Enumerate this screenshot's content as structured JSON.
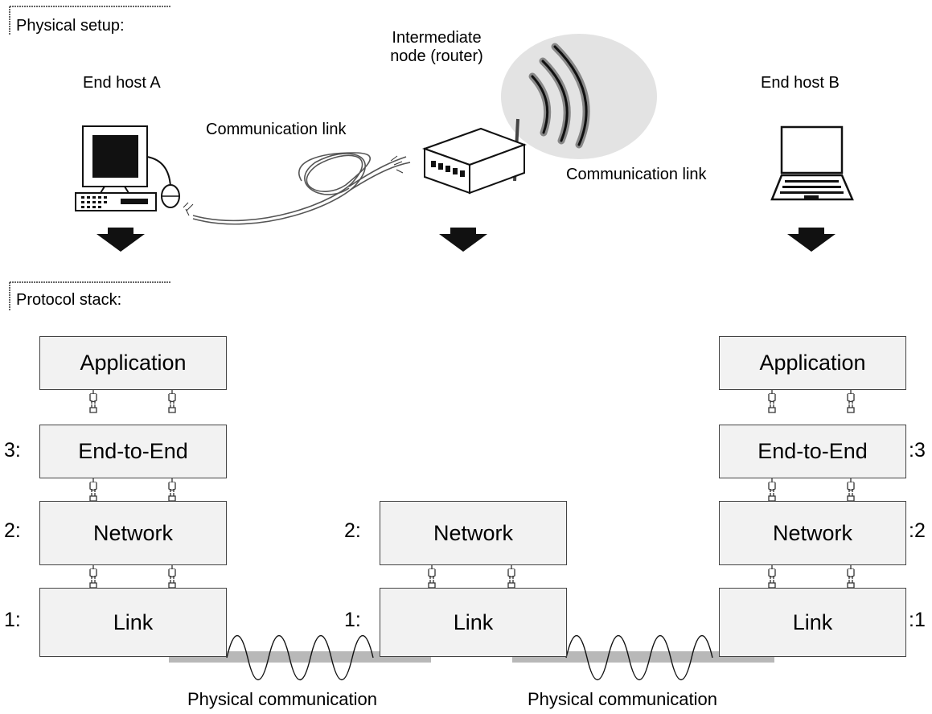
{
  "sections": {
    "physical_setup": "Physical setup:",
    "protocol_stack": "Protocol stack:"
  },
  "physical": {
    "end_host_a": "End host A",
    "router_label_line1": "Intermediate",
    "router_label_line2": "node (router)",
    "end_host_b": "End host B",
    "wired_link": "Communication link",
    "wireless_link": "Communication link"
  },
  "stack": {
    "host_a": {
      "layers": [
        "Application",
        "End-to-End",
        "Network",
        "Link"
      ],
      "numbers": [
        "",
        "3:",
        "2:",
        "1:"
      ]
    },
    "router": {
      "layers": [
        "Network",
        "Link"
      ],
      "numbers": [
        "2:",
        "1:"
      ]
    },
    "host_b": {
      "layers": [
        "Application",
        "End-to-End",
        "Network",
        "Link"
      ],
      "numbers": [
        "",
        ":3",
        ":2",
        ":1"
      ]
    }
  },
  "physical_communication": [
    "Physical communication",
    "Physical communication"
  ],
  "colors": {
    "layer_fill": "#f2f2f2",
    "arrow_gray": "#b8b8b8",
    "cloud_gray": "#e3e3e3",
    "dark": "#111111"
  }
}
